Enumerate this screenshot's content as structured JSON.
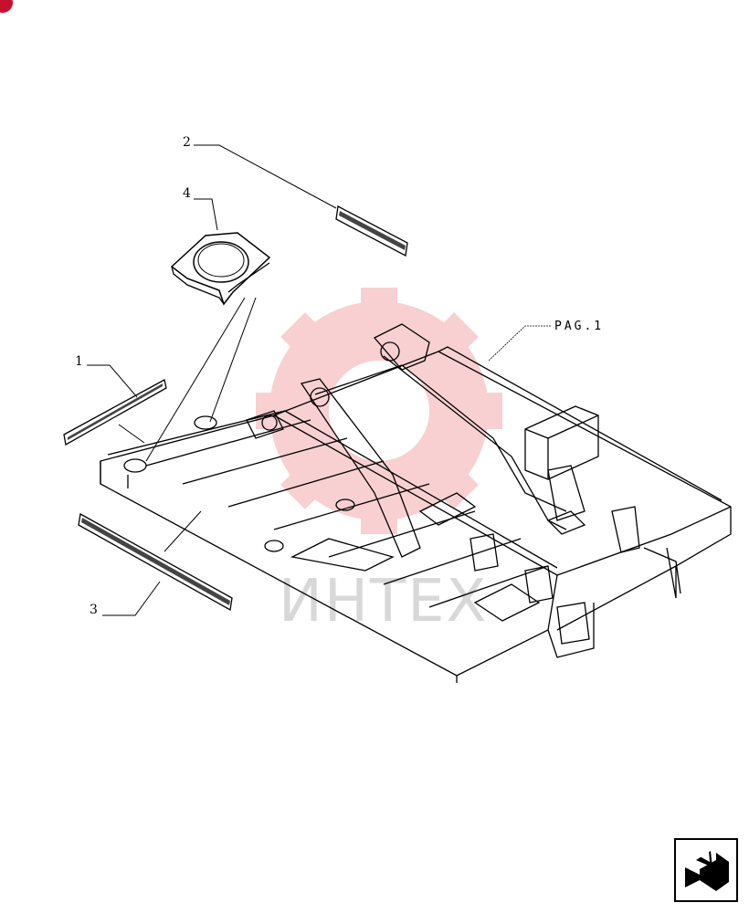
{
  "diagram": {
    "callouts": [
      {
        "id": "1",
        "label": "1"
      },
      {
        "id": "2",
        "label": "2"
      },
      {
        "id": "3",
        "label": "3"
      },
      {
        "id": "4",
        "label": "4"
      }
    ],
    "page_reference": "PAG.1",
    "watermark_text": "ИНТЕХ",
    "line_color": "#000000",
    "watermark_color": "#e8595d"
  },
  "navigation": {
    "icon": "return-arrow-icon"
  }
}
